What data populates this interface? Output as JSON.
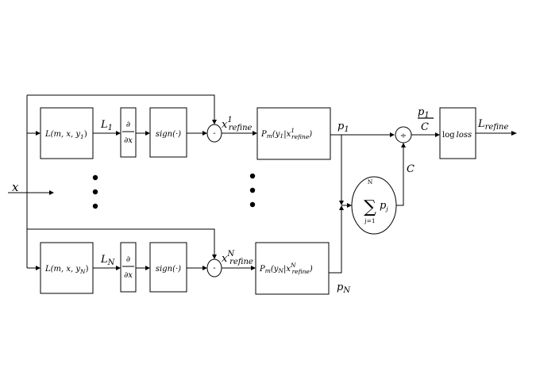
{
  "input_label": "x",
  "top_row": {
    "loss_fn": "L(m, x, y",
    "loss_fn_sub": "1",
    "loss_out": "L",
    "loss_out_sub": "1",
    "deriv_num": "∂",
    "deriv_den": "∂x",
    "sign_fn": "sign(·)",
    "minus": "-",
    "refined": "x",
    "refined_sup": "1",
    "refined_sub": "refine",
    "prob_fn": "P",
    "prob_fn_m": "m",
    "prob_arg": "(y",
    "prob_arg_sub": "1",
    "prob_bar": "|x",
    "prob_bar_sup": "1",
    "prob_bar_sub": "refine",
    "prob_close": ")",
    "prob_out": "p",
    "prob_out_sub": "1"
  },
  "bottom_row": {
    "loss_fn": "L(m, x, y",
    "loss_fn_sub": "N",
    "loss_out": "L",
    "loss_out_sub": "N",
    "deriv_num": "∂",
    "deriv_den": "∂x",
    "sign_fn": "sign(·)",
    "minus": "-",
    "refined": "x",
    "refined_sup": "N",
    "refined_sub": "refine",
    "prob_fn": "P",
    "prob_fn_m": "m",
    "prob_arg": "(y",
    "prob_arg_sub": "N",
    "prob_bar": "|x",
    "prob_bar_sup": "N",
    "prob_bar_sub": "refine",
    "prob_close": ")",
    "prob_out": "p",
    "prob_out_sub": "N"
  },
  "sum_node": {
    "symbol": "∑",
    "upper": "N",
    "lower": "j=1",
    "term": "p",
    "term_sub": "j"
  },
  "divide_node": {
    "symbol": "÷",
    "frac_num": "p",
    "frac_num_sub": "1",
    "frac_den": "C",
    "sum_out": "C"
  },
  "log_loss": {
    "prefix": "log",
    "word": "loss",
    "out": "L",
    "out_sub": "refine"
  },
  "ellipsis_dots": 3
}
